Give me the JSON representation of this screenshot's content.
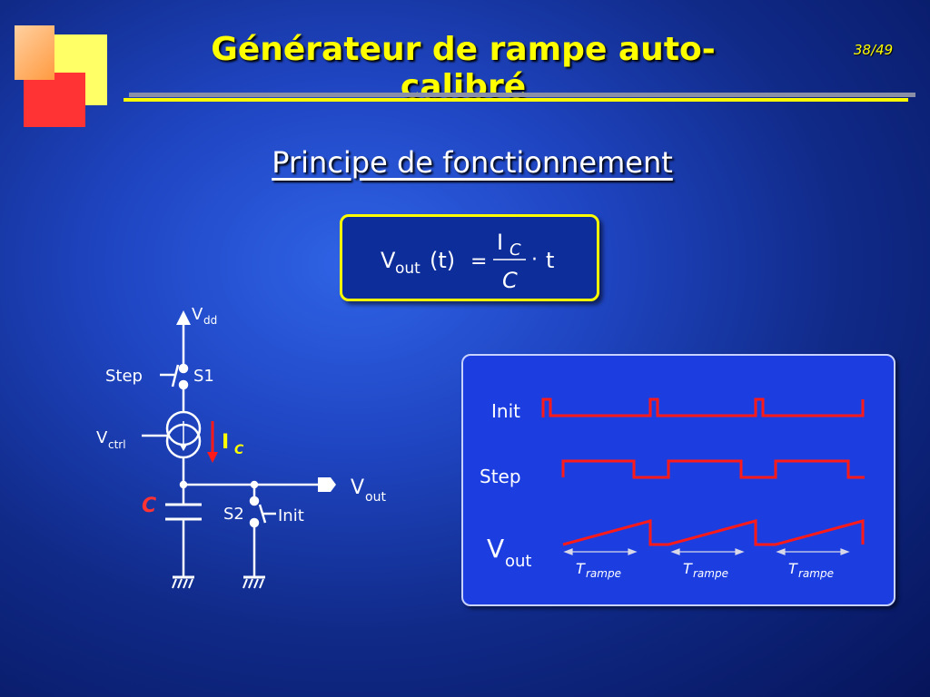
{
  "slide": {
    "title": "Générateur de rampe auto-calibré",
    "page_number": "38/49",
    "subtitle": "Principe de fonctionnement"
  },
  "formula": {
    "v": "V",
    "v_sub": "out",
    "arg": "(t)",
    "equals": "=",
    "numerator": "I",
    "numerator_sub": "C",
    "denominator": "C",
    "dot": "·",
    "t": "t"
  },
  "circuit": {
    "vdd": "V",
    "vdd_sub": "dd",
    "step_label": "Step",
    "s1_label": "S1",
    "vctrl": "V",
    "vctrl_sub": "ctrl",
    "ic": "I",
    "ic_sub": "C",
    "cap_label": "C",
    "s2_label": "S2",
    "init_label": "Init",
    "vout": "V",
    "vout_sub": "out"
  },
  "timing": {
    "init_label": "Init",
    "step_label": "Step",
    "vout_label": "V",
    "vout_sub": "out",
    "period_labels": [
      {
        "t": "T",
        "sub": "rampe"
      },
      {
        "t": "T",
        "sub": "rampe"
      },
      {
        "t": "T",
        "sub": "rampe"
      }
    ]
  },
  "colors": {
    "title": "#ffff00",
    "wire": "#ffffff",
    "signal": "#ff1a1a",
    "arrow": "#ff1a1a"
  }
}
